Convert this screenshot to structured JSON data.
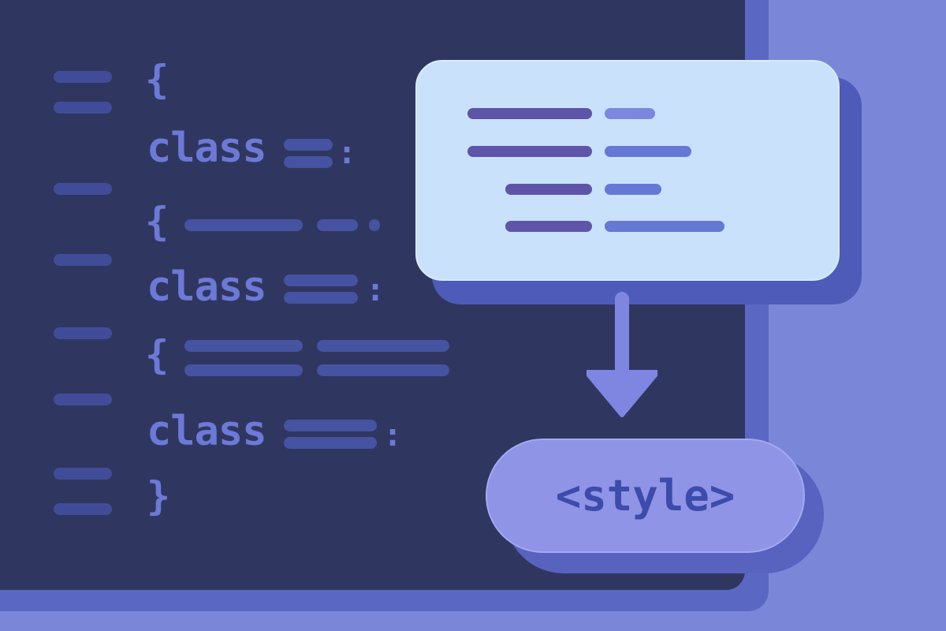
{
  "code": {
    "braces": [
      "{",
      "{",
      "{",
      "}"
    ],
    "keywords": [
      "class",
      "class",
      "class"
    ],
    "colons": [
      ":",
      ":",
      ":",
      ":"
    ]
  },
  "tag_pill": {
    "label": "<style>"
  },
  "icons": {
    "arrow": "arrow-down-icon"
  },
  "colors": {
    "background": "#7a87d8",
    "editor": "#2f3761",
    "token": "#6c79d6",
    "card": "#c9e1fb",
    "pill": "#8f94e6",
    "pill_text": "#3d4baa"
  }
}
